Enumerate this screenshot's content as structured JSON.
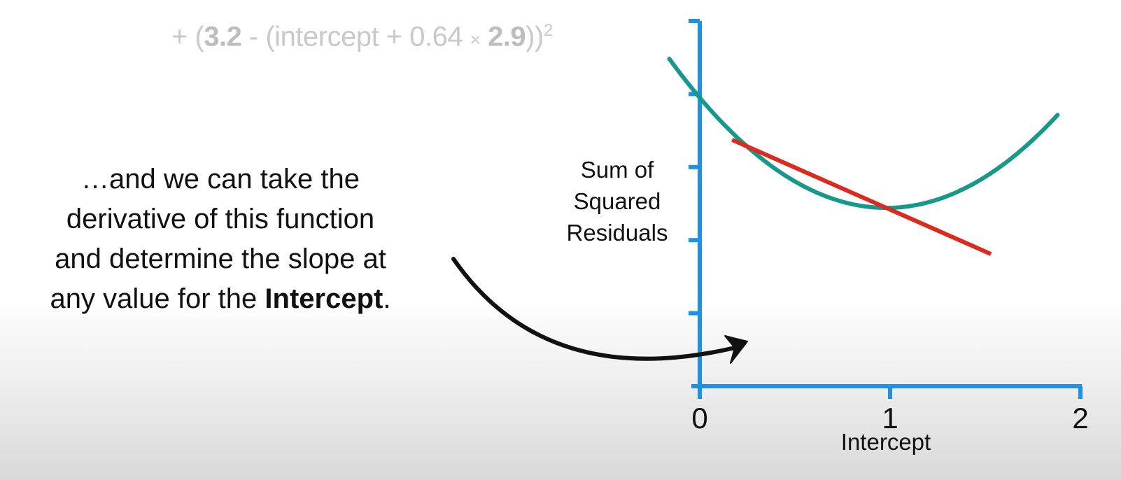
{
  "equation": {
    "plus": "+ (",
    "y_value": "3.2",
    "minus": " - (",
    "intercept_word": "intercept + 0.64 ",
    "times": "×",
    "x_value": "2.9",
    "closing": "))",
    "power": "2"
  },
  "caption": {
    "line1": "…and we can take the",
    "line2": "derivative of this function",
    "line3": "and determine the slope at",
    "line4_prefix": "any value for the ",
    "line4_bold": "Intercept",
    "line4_suffix": "."
  },
  "chart_data": {
    "type": "line",
    "ylabel": [
      "Sum of",
      "Squared",
      "Residuals"
    ],
    "xlabel": "Intercept",
    "xlim": [
      0,
      2
    ],
    "x_ticks": [
      0,
      1,
      2
    ],
    "x_tick_labels": [
      "0",
      "1",
      "2"
    ],
    "y_tick_count": 4,
    "curve": {
      "shape": "parabola",
      "vertex": [
        0.98,
        0.42
      ],
      "x_range": [
        -0.16,
        1.88
      ],
      "color": "#16998a"
    },
    "tangent": {
      "x_range": [
        0.17,
        1.53
      ],
      "slope_relative": -0.23,
      "touch_x": 0.98,
      "color": "#dc2a1e"
    },
    "axis_color": "#1e90e6",
    "arrow_color": "#111111"
  }
}
